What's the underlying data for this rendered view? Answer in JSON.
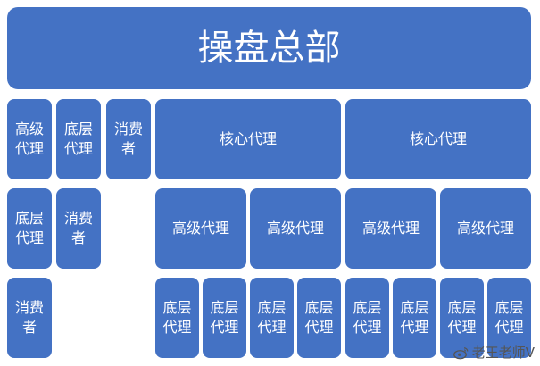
{
  "title": "操盘总部",
  "labels": {
    "core_agent": "核心代理",
    "senior_agent": "高级代理",
    "senior_agent_stacked": "高级\n代理",
    "base_agent_stacked": "底层\n代理",
    "consumer_stacked": "消费\n者"
  },
  "watermark": {
    "text": "老王老师V",
    "icon": "weibo-icon"
  },
  "colors": {
    "box_fill": "#4472c4",
    "box_text": "#ffffff",
    "background": "#ffffff"
  }
}
